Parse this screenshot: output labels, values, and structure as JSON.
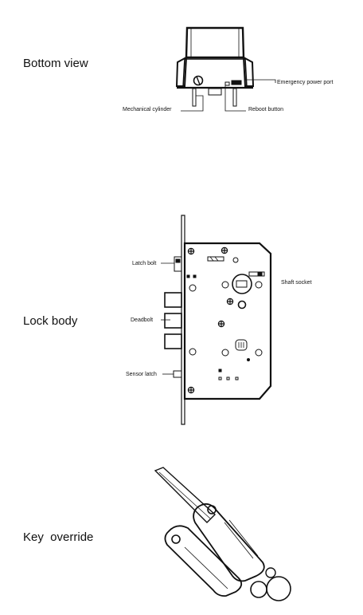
{
  "sections": {
    "bottom_view": {
      "title": "Bottom view",
      "callouts": {
        "emergency_power_port": "Emergency power port",
        "mechanical_cylinder": "Mechanical cylinder",
        "reboot_button": "Reboot button"
      }
    },
    "lock_body": {
      "title": "Lock body",
      "callouts": {
        "latch_bolt": "Latch bolt",
        "shaft_socket": "Shaft socket",
        "deadbolt": "Deadbolt",
        "sensor_latch": "Sensor latch"
      }
    },
    "key_override": {
      "title": "Key  override"
    }
  }
}
